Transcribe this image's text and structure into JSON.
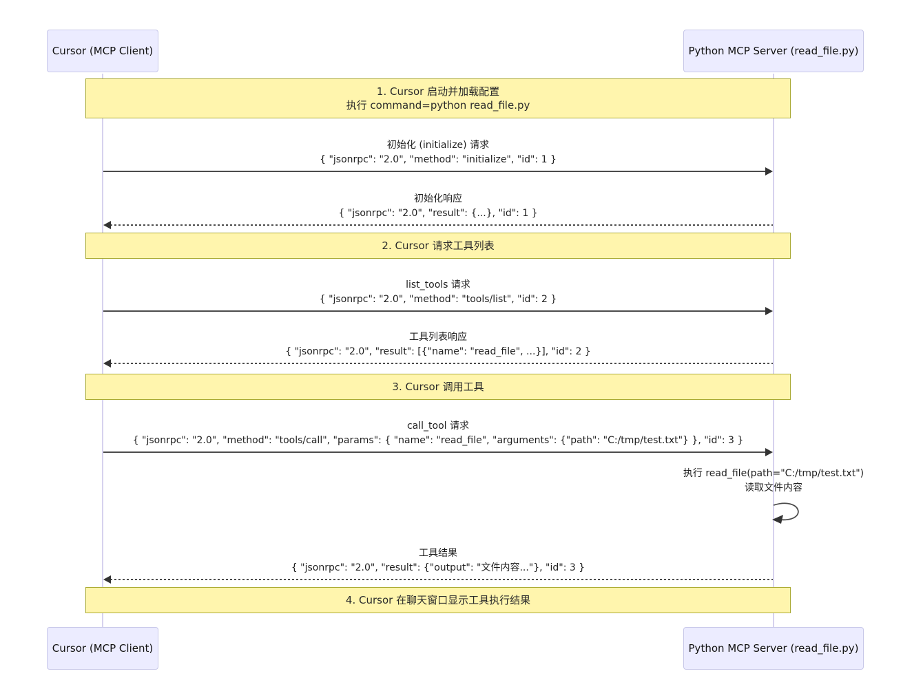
{
  "diagram_type": "sequence-diagram",
  "colors": {
    "actor_fill": "#ECECFF",
    "actor_border": "#C7C7E8",
    "note_fill": "#FFF5AD",
    "note_border": "#AAAA33",
    "line": "#4B4B4B",
    "lifeline": "#D6D2EE",
    "background": "#FFFFFF"
  },
  "actors": [
    {
      "id": "client",
      "label": "Cursor (MCP Client)"
    },
    {
      "id": "server",
      "label": "Python MCP Server (read_file.py)"
    }
  ],
  "notes": [
    {
      "lines": [
        "1. Cursor 启动并加载配置",
        "执行 command=python read_file.py"
      ]
    },
    {
      "lines": [
        "2. Cursor 请求工具列表"
      ]
    },
    {
      "lines": [
        "3. Cursor 调用工具"
      ]
    },
    {
      "lines": [
        "4. Cursor 在聊天窗口显示工具执行结果"
      ]
    }
  ],
  "messages": [
    {
      "from": "client",
      "to": "server",
      "line": "solid",
      "label": "初始化 (initialize) 请求",
      "payload": "{ \"jsonrpc\": \"2.0\", \"method\": \"initialize\", \"id\": 1 }"
    },
    {
      "from": "server",
      "to": "client",
      "line": "dashed",
      "label": "初始化响应",
      "payload": "{ \"jsonrpc\": \"2.0\", \"result\": {...}, \"id\": 1 }"
    },
    {
      "from": "client",
      "to": "server",
      "line": "solid",
      "label": "list_tools 请求",
      "payload": "{ \"jsonrpc\": \"2.0\", \"method\": \"tools/list\", \"id\": 2 }"
    },
    {
      "from": "server",
      "to": "client",
      "line": "dashed",
      "label": "工具列表响应",
      "payload": "{ \"jsonrpc\": \"2.0\", \"result\": [{\"name\": \"read_file\", ...}], \"id\": 2 }"
    },
    {
      "from": "client",
      "to": "server",
      "line": "solid",
      "label": "call_tool 请求",
      "payload": "{ \"jsonrpc\": \"2.0\", \"method\": \"tools/call\", \"params\": { \"name\": \"read_file\", \"arguments\": {\"path\": \"C:/tmp/test.txt\"} }, \"id\": 3 }"
    },
    {
      "from": "server",
      "to": "client",
      "line": "dashed",
      "label": "工具结果",
      "payload": "{ \"jsonrpc\": \"2.0\", \"result\": {\"output\": \"文件内容...\"}, \"id\": 3 }"
    }
  ],
  "self_message": {
    "actor": "server",
    "lines": [
      "执行 read_file(path=\"C:/tmp/test.txt\")",
      "读取文件内容"
    ]
  }
}
